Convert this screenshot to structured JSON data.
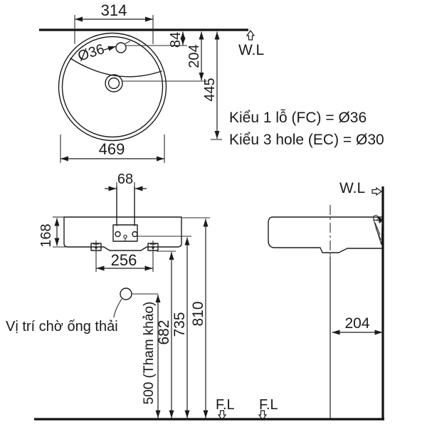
{
  "colors": {
    "ink": "#1b1b1b",
    "background": "#ffffff"
  },
  "top_view": {
    "wl": "W.L",
    "dim_back_width": "314",
    "dim_overall_width": "469",
    "dim_depth": "445",
    "dim_drain_from_wall": "204",
    "dim_faucet_from_wall": "84",
    "faucet_hole_dia": "Ø36"
  },
  "spec_notes": {
    "line1": "Kiểu 1 lỗ (FC) = Ø36",
    "line2": "Kiểu 3 hole (EC) = Ø30"
  },
  "front_view": {
    "dim_faucet_width": "68",
    "dim_apron_height": "168",
    "dim_bolt_spacing": "256",
    "waste_label": "Vị trí chờ ống thải",
    "dim_waste_height": "500 (Tham khảo)",
    "dim_bowl_bottom_height": "682",
    "dim_bolt_height": "735",
    "dim_rim_height": "810",
    "fl": "F.L"
  },
  "side_view": {
    "wl": "W.L",
    "dim_drain_offset": "204",
    "fl": "F.L"
  }
}
